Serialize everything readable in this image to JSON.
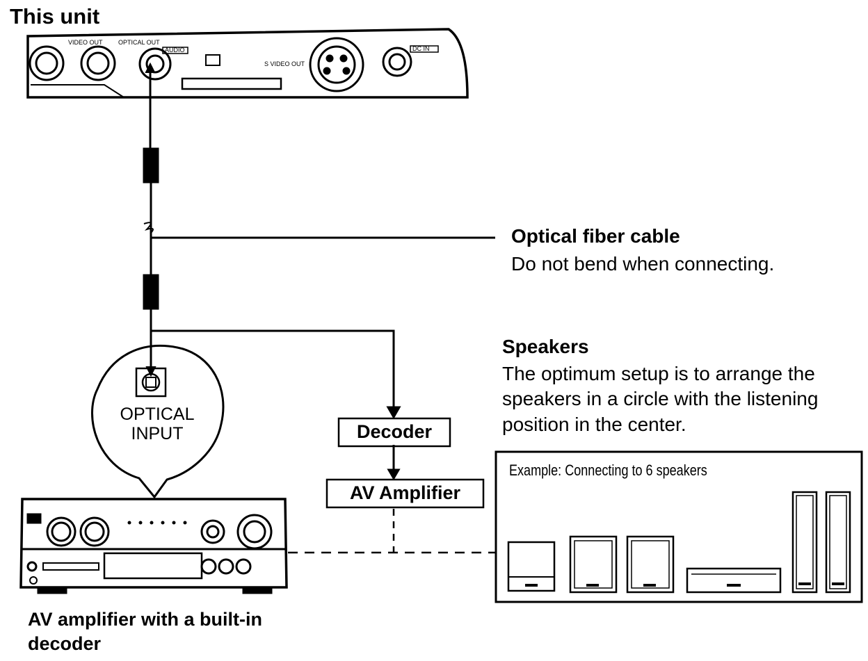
{
  "labels": {
    "this_unit": "This unit",
    "cable_title": "Optical fiber cable",
    "cable_note": "Do not bend when connecting.",
    "speakers_title": "Speakers",
    "speakers_desc": "The optimum setup is to arrange the speakers in a circle with the listening position in the center.",
    "optical_input": "OPTICAL INPUT",
    "decoder": "Decoder",
    "av_amplifier": "AV Amplifier",
    "example": "Example:  Connecting to 6 speakers",
    "amp_caption": "AV amplifier with a built-in decoder"
  },
  "unit_panel_labels": [
    "VIDEO OUT",
    "OPTICAL OUT",
    "AUDIO",
    "S VIDEO OUT",
    "DC IN"
  ],
  "icons": [
    "optical-jack-icon",
    "av-amplifier-icon",
    "speaker-icon"
  ],
  "colors": {
    "line": "#000000",
    "background": "#ffffff"
  }
}
